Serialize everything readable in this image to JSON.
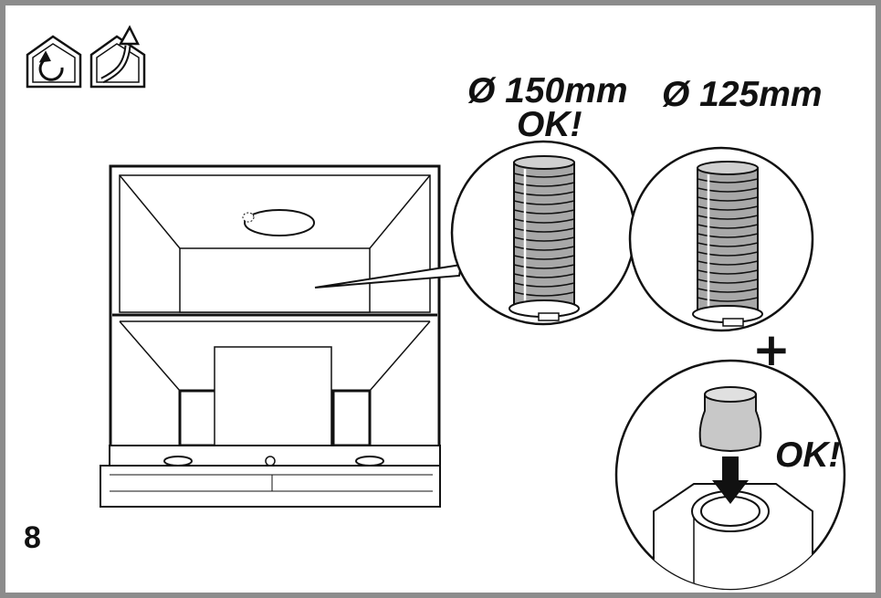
{
  "step_number": "8",
  "icons": [
    "recirculation-mode-icon",
    "ducted-extraction-mode-icon"
  ],
  "duct_150": {
    "diameter_label": "Ø 150mm",
    "status": "OK!"
  },
  "duct_125": {
    "diameter_label": "Ø 125mm"
  },
  "plus_sign": "+",
  "adapter": {
    "status": "OK!"
  },
  "colors": {
    "frame": "#8c8c8c",
    "ink": "#111111",
    "duct_grey": "#9a9a9a",
    "adapter_grey": "#c8c8c8"
  }
}
